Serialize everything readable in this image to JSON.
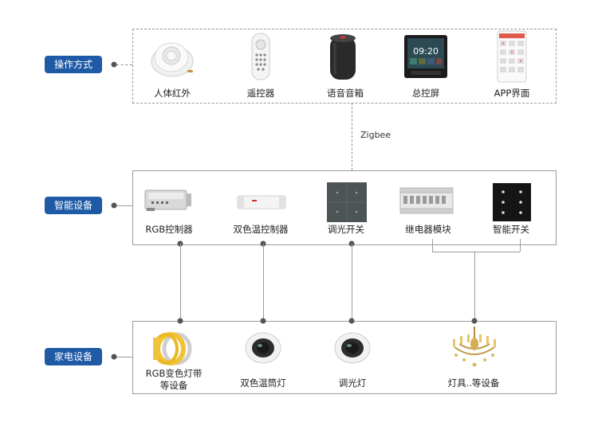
{
  "sections": {
    "operation": "操作方式",
    "smart": "智能设备",
    "appliance": "家电设备"
  },
  "protocol": "Zigbee",
  "operation_items": [
    {
      "label": "人体红外",
      "icon": "motion-sensor-icon"
    },
    {
      "label": "遥控器",
      "icon": "remote-control-icon"
    },
    {
      "label": "语音音箱",
      "icon": "smart-speaker-icon"
    },
    {
      "label": "总控屏",
      "icon": "control-screen-icon"
    },
    {
      "label": "APP界面",
      "icon": "app-screen-icon"
    }
  ],
  "smart_items": [
    {
      "label": "RGB控制器",
      "icon": "rgb-controller-icon"
    },
    {
      "label": "双色温控制器",
      "icon": "dual-color-controller-icon"
    },
    {
      "label": "调光开关",
      "icon": "dimmer-switch-icon"
    },
    {
      "label": "继电器模块",
      "icon": "relay-module-icon"
    },
    {
      "label": "智能开关",
      "icon": "smart-switch-icon"
    }
  ],
  "appliance_items": [
    {
      "label": "RGB变色灯带\n等设备",
      "line1": "RGB变色灯带",
      "line2": "等设备",
      "icon": "led-strip-icon"
    },
    {
      "label": "双色温筒灯",
      "icon": "downlight-icon"
    },
    {
      "label": "调光灯",
      "icon": "dimmable-light-icon"
    },
    {
      "label": "灯具..等设备",
      "icon": "chandelier-icon"
    }
  ]
}
